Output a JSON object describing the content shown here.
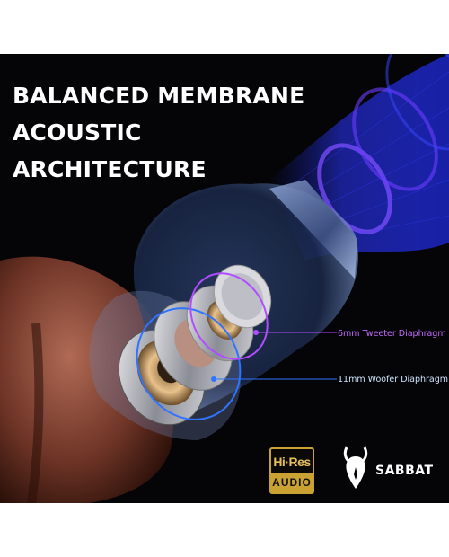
{
  "headline": {
    "line1": "BALANCED MEMBRANE",
    "line2": "ACOUSTIC",
    "line3": "ARCHITECTURE"
  },
  "callouts": {
    "tweeter": "6mm Tweeter Diaphragm",
    "woofer": "11mm Woofer Diaphragm",
    "tweeter_color": "#c56cff",
    "woofer_color": "#cfe6ff"
  },
  "hires_badge": {
    "top": "Hi·Res",
    "bottom": "AUDIO",
    "color": "#c9a233"
  },
  "brand": {
    "name": "SABBAT",
    "icon": "horned-skull-icon"
  },
  "colors": {
    "background": "#050508",
    "accent_purple": "#a24cff",
    "accent_blue": "#2a52ff"
  }
}
